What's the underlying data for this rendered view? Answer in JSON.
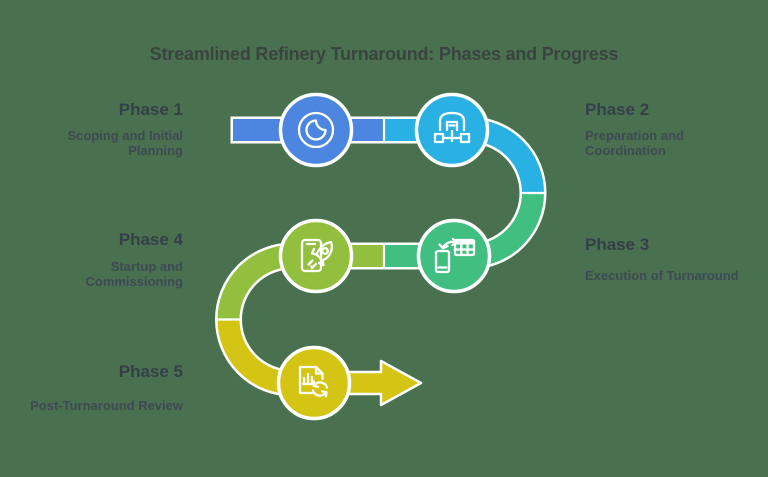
{
  "title": "Streamlined Refinery Turnaround: Phases and Progress",
  "phases": [
    {
      "label": "Phase 1",
      "description": "Scoping and Initial Planning",
      "color": "#4c86e0",
      "icon": "moon-clock-icon"
    },
    {
      "label": "Phase 2",
      "description": "Preparation and Coordination",
      "color": "#2ab1e4",
      "icon": "warehouse-distribution-icon"
    },
    {
      "label": "Phase 3",
      "description": "Execution of Turnaround",
      "color": "#41bf81",
      "icon": "mobile-schedule-sync-icon"
    },
    {
      "label": "Phase 4",
      "description": "Startup and Commissioning",
      "color": "#92c03e",
      "icon": "phone-rocket-launch-icon"
    },
    {
      "label": "Phase 5",
      "description": "Post-Turnaround Review",
      "color": "#d4c413",
      "icon": "report-refresh-icon"
    }
  ],
  "colors": {
    "background": "#497150",
    "outline": "#ffffff",
    "title_text": "#3b4340",
    "heading_text": "#353f49",
    "description_text": "#3e4954"
  }
}
